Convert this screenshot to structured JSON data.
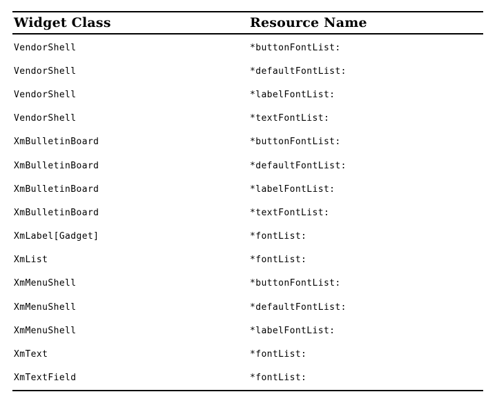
{
  "page": {
    "background_color": "#ffffff",
    "text_color": "#000000",
    "rule_color": "#000000"
  },
  "table": {
    "columns": [
      {
        "label": "Widget Class"
      },
      {
        "label": "Resource Name"
      }
    ],
    "rows": [
      [
        "VendorShell",
        "*buttonFontList:"
      ],
      [
        "VendorShell",
        "*defaultFontList:"
      ],
      [
        "VendorShell",
        "*labelFontList:"
      ],
      [
        "VendorShell",
        "*textFontList:"
      ],
      [
        "XmBulletinBoard",
        "*buttonFontList:"
      ],
      [
        "XmBulletinBoard",
        "*defaultFontList:"
      ],
      [
        "XmBulletinBoard",
        "*labelFontList:"
      ],
      [
        "XmBulletinBoard",
        "*textFontList:"
      ],
      [
        "XmLabel[Gadget]",
        "*fontList:"
      ],
      [
        "XmList",
        "*fontList:"
      ],
      [
        "XmMenuShell",
        "*buttonFontList:"
      ],
      [
        "XmMenuShell",
        "*defaultFontList:"
      ],
      [
        "XmMenuShell",
        "*labelFontList:"
      ],
      [
        "XmText",
        "*fontList:"
      ],
      [
        "XmTextField",
        "*fontList:"
      ]
    ]
  }
}
